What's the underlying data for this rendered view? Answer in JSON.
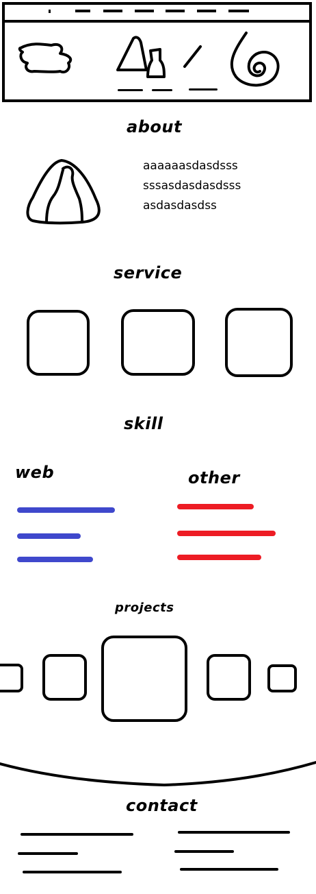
{
  "header": {
    "nav_dashes": [
      "",
      "",
      "",
      "",
      "",
      ""
    ],
    "hero_icons": [
      "cloud-scribble-icon",
      "mountain-figure-icon",
      "slash-mark-icon",
      "spiral-icon"
    ]
  },
  "about": {
    "title": "about",
    "lines": [
      "aaaaaasdasdsss",
      "sssasdasdasdsss",
      "asdasdasdss"
    ],
    "image_icon": "rock-sketch-icon"
  },
  "service": {
    "title": "service",
    "cards": [
      "",
      "",
      ""
    ]
  },
  "skill": {
    "title": "skill",
    "web": {
      "label": "web",
      "color": "#3f48cc",
      "levels": [
        0.95,
        0.62,
        0.74
      ]
    },
    "other": {
      "label": "other",
      "color": "#ed1c24",
      "levels": [
        0.74,
        0.95,
        0.81
      ]
    }
  },
  "projects": {
    "title": "projects"
  },
  "contact": {
    "title": "contact"
  },
  "colors": {
    "stroke": "#000000",
    "background": "#ffffff",
    "web_bar": "#3f48cc",
    "other_bar": "#ed1c24"
  }
}
